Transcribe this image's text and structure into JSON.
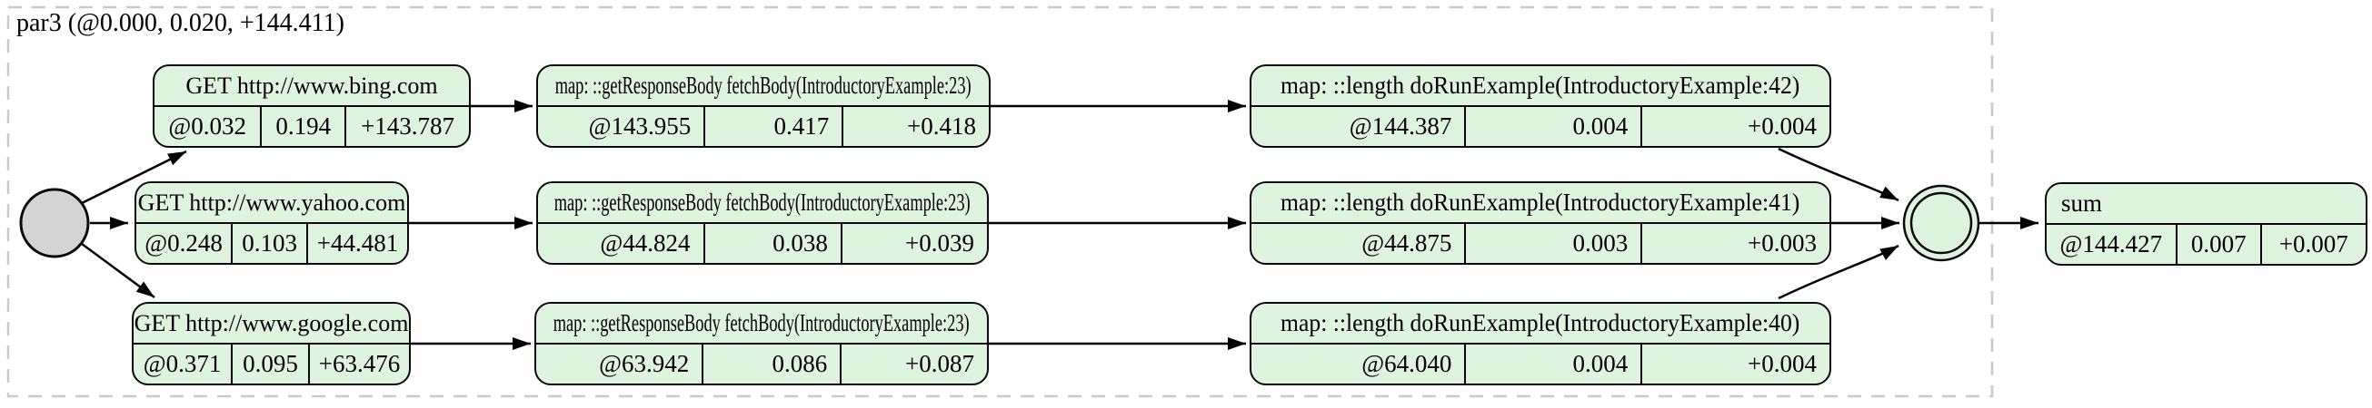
{
  "cluster": {
    "label": "par3 (@0.000, 0.020, +144.411)"
  },
  "nodes": {
    "bing": {
      "title": "GET http://www.bing.com",
      "stats": [
        "@0.032",
        "0.194",
        "+143.787"
      ]
    },
    "map_bing_body": {
      "title": "map: ::getResponseBody fetchBody(IntroductoryExample:23)",
      "stats": [
        "@143.955",
        "0.417",
        "+0.418"
      ]
    },
    "map_bing_length": {
      "title": "map: ::length doRunExample(IntroductoryExample:42)",
      "stats": [
        "@144.387",
        "0.004",
        "+0.004"
      ]
    },
    "yahoo": {
      "title": "GET http://www.yahoo.com",
      "stats": [
        "@0.248",
        "0.103",
        "+44.481"
      ]
    },
    "map_yahoo_body": {
      "title": "map: ::getResponseBody fetchBody(IntroductoryExample:23)",
      "stats": [
        "@44.824",
        "0.038",
        "+0.039"
      ]
    },
    "map_yahoo_length": {
      "title": "map: ::length doRunExample(IntroductoryExample:41)",
      "stats": [
        "@44.875",
        "0.003",
        "+0.003"
      ]
    },
    "google": {
      "title": "GET http://www.google.com",
      "stats": [
        "@0.371",
        "0.095",
        "+63.476"
      ]
    },
    "map_google_body": {
      "title": "map: ::getResponseBody fetchBody(IntroductoryExample:23)",
      "stats": [
        "@63.942",
        "0.086",
        "+0.087"
      ]
    },
    "map_google_length": {
      "title": "map: ::length doRunExample(IntroductoryExample:40)",
      "stats": [
        "@64.040",
        "0.004",
        "+0.004"
      ]
    },
    "sum": {
      "title": "sum",
      "stats": [
        "@144.427",
        "0.007",
        "+0.007"
      ]
    }
  },
  "colors": {
    "node_fill": "#dff4df",
    "start_node_fill": "#d4d4d4",
    "node_border": "#0a0a0a",
    "cluster_border": "#c9c9c9",
    "edge": "#000000"
  }
}
